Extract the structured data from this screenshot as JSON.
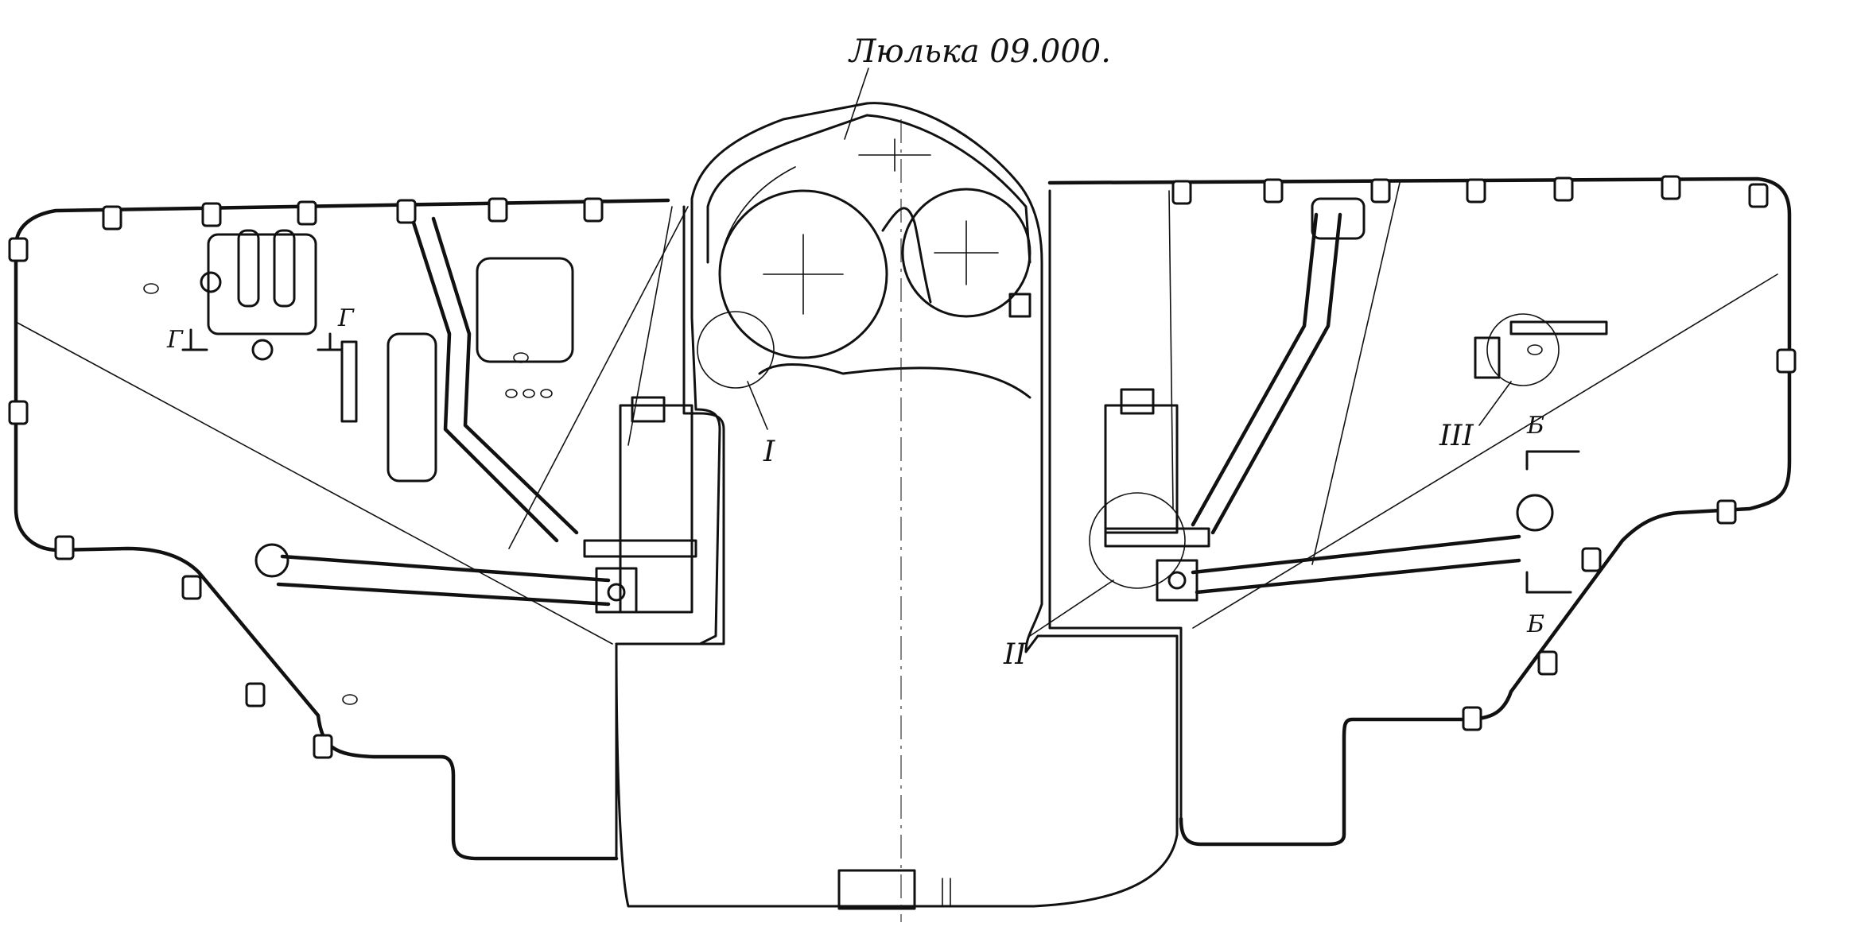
{
  "labels": {
    "title": "Люлька 09.000.",
    "view_I": "I",
    "view_II": "II",
    "view_III": "III",
    "section_B_top": "Б",
    "section_B_bottom": "Б",
    "section_G_left": "Г",
    "section_G_right": "Г"
  }
}
